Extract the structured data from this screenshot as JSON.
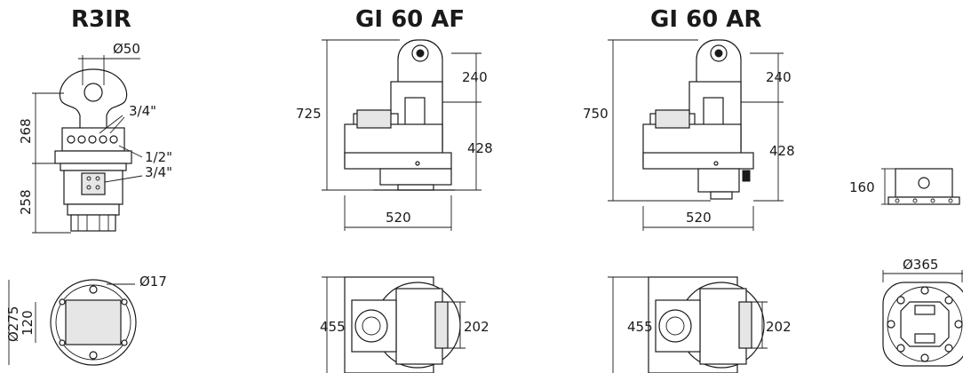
{
  "titles": {
    "r3ir": "R3IR",
    "gi60af": "GI 60 AF",
    "gi60ar": "GI 60 AR"
  },
  "r3ir": {
    "dia_top": "Ø50",
    "port_a": "3/4\"",
    "port_b": "1/2\"",
    "port_c": "3/4\"",
    "h_upper": "268",
    "h_lower": "258",
    "dia_bolt": "Ø17",
    "dia_outer": "Ø275",
    "w_inner": "120"
  },
  "gi60af": {
    "height": "725",
    "top": "240",
    "mid": "428",
    "width": "520",
    "plan_h": "455",
    "plan_w": "202"
  },
  "gi60ar": {
    "height": "750",
    "top": "240",
    "mid": "428",
    "width": "520",
    "plan_h": "455",
    "plan_w": "202"
  },
  "box": {
    "height": "160",
    "dia": "Ø365"
  }
}
